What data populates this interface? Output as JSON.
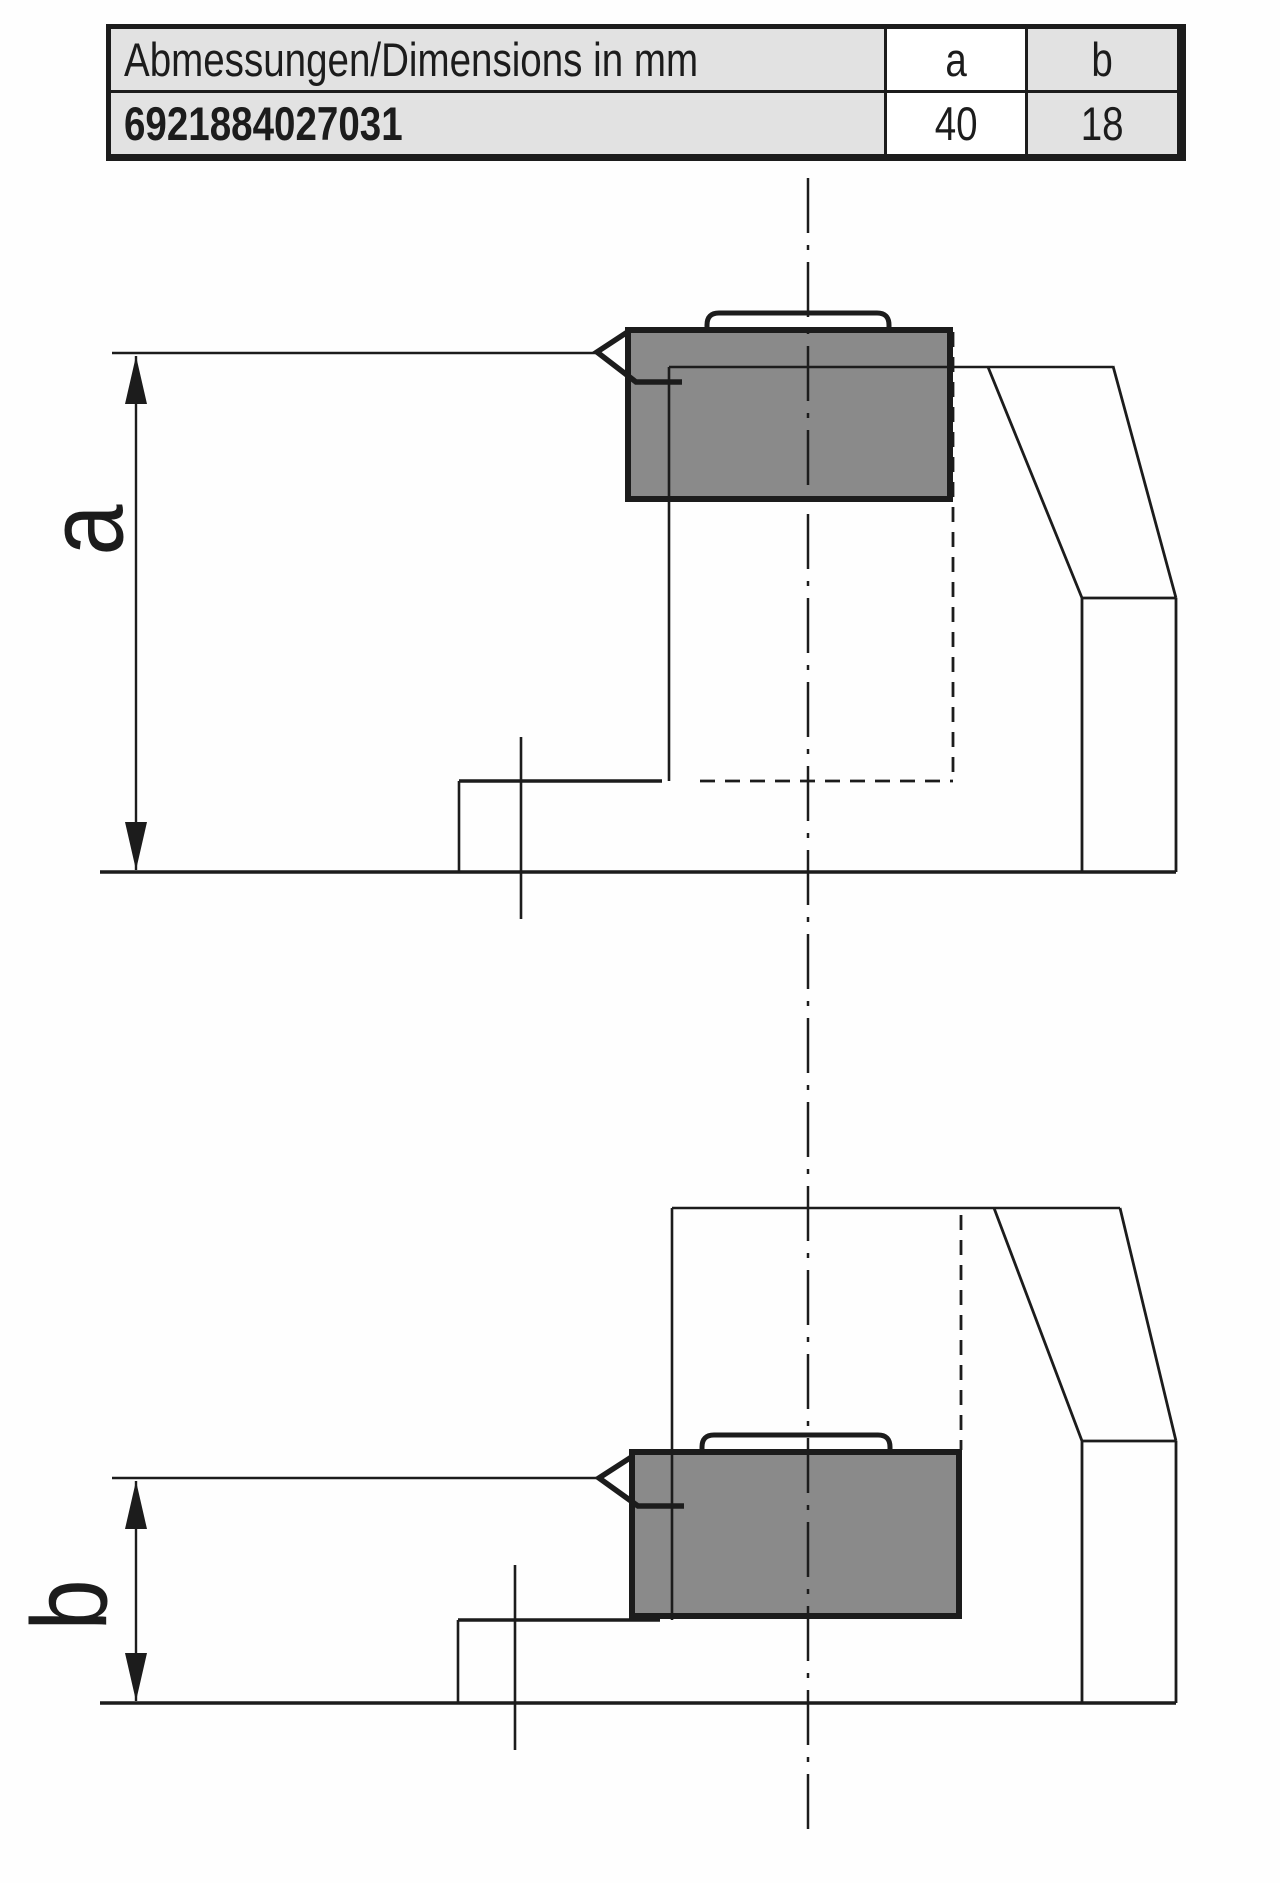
{
  "table": {
    "header_label": "Abmessungen/Dimensions in mm",
    "col_a_label": "a",
    "col_b_label": "b",
    "part_number": "6921884027031",
    "value_a": "40",
    "value_b": "18"
  },
  "drawing_top": {
    "dim_label": "a"
  },
  "drawing_bottom": {
    "dim_label": "b"
  },
  "colors": {
    "line": "#1c1c1c",
    "cutter_fill": "#8a8a8a",
    "table_shaded_bg": "#e2e2e2",
    "table_plain_bg": "#ffffff"
  }
}
